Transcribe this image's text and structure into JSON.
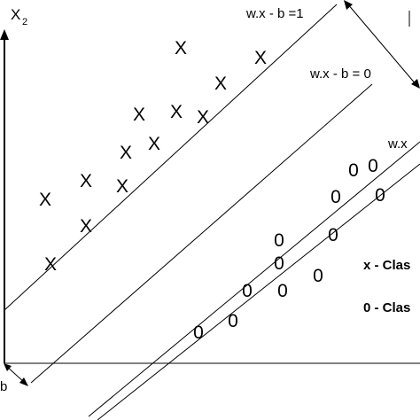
{
  "labels": {
    "x2_axis": "X",
    "x2_sub": "2",
    "margin_line_upper": "w.x - b =1",
    "decision_line": "w.x - b = 0",
    "margin_line_lower": "w.x",
    "bias": "b",
    "legend_x": "x - Clas",
    "legend_0": "0 - Clas"
  },
  "class_x_symbol": "X",
  "class_0_symbol": "0",
  "colors": {
    "ink": "#000000",
    "background": "#ffffff"
  }
}
